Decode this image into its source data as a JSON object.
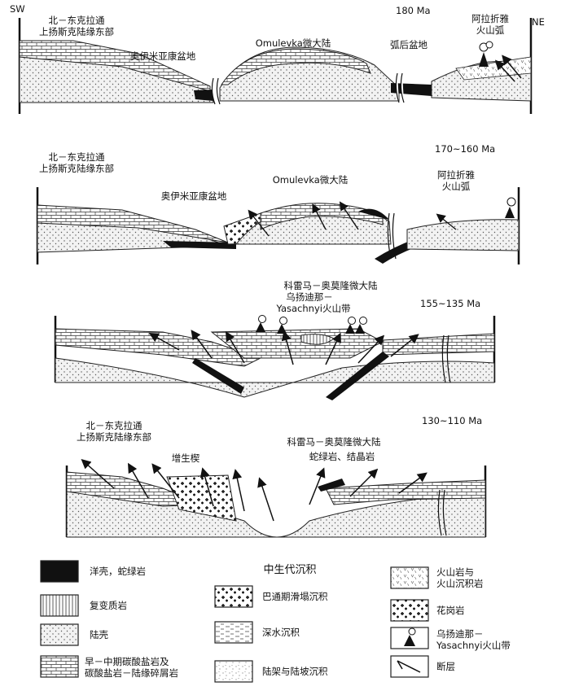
{
  "panels": [
    {
      "age": "180 Ma",
      "side_left": "SW",
      "side_right": "NE",
      "labels": [
        "北－东克拉通",
        "上扬斯克陆缘东部",
        "奥伊米亚康盆地",
        "Omulevka微大陆",
        "弧后盆地",
        "阿拉折雅",
        "火山弧"
      ]
    },
    {
      "age": "170~160 Ma",
      "labels": [
        "北－东克拉通",
        "上扬斯克陆缘东部",
        "奥伊米亚康盆地",
        "Omulevka微大陆",
        "阿拉折雅",
        "火山弧"
      ]
    },
    {
      "age": "155~135 Ma",
      "labels": [
        "科雷马－奥莫隆微大陆",
        "乌扬迪那－",
        "Yasachnyi火山带"
      ]
    },
    {
      "age": "130~110 Ma",
      "labels": [
        "北－东克拉通",
        "上扬斯克陆缘东部",
        "科雷马－奥莫隆微大陆",
        "增生楔",
        "蛇绿岩、结晶岩"
      ]
    }
  ],
  "legend": {
    "header": "中生代沉积",
    "items": [
      {
        "key": "oceanic",
        "label": "洋壳，蛇绿岩"
      },
      {
        "key": "polymetamorphic",
        "label": "复变质岩"
      },
      {
        "key": "continental",
        "label": "陆壳"
      },
      {
        "key": "carbonate",
        "label": "早－中期碳酸盐岩及",
        "label2": "碳酸盐岩－陆缘碎屑岩"
      },
      {
        "key": "bathonian",
        "label": "巴通期滑塌沉积"
      },
      {
        "key": "deepwater",
        "label": "深水沉积"
      },
      {
        "key": "shelf",
        "label": "陆架与陆坡沉积"
      },
      {
        "key": "volcanic",
        "label": "火山岩与",
        "label2": "火山沉积岩"
      },
      {
        "key": "granite",
        "label": "花岗岩"
      },
      {
        "key": "volcanic_belt",
        "label": "乌扬迪那－",
        "label2": "Yasachnyi火山带"
      },
      {
        "key": "fault",
        "label": "断层"
      }
    ]
  }
}
